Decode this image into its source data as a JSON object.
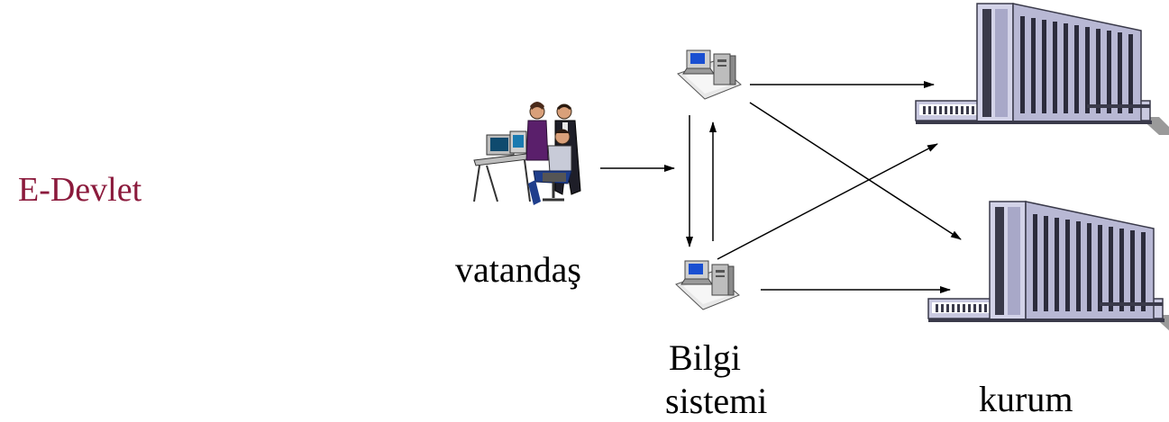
{
  "diagram": {
    "title": "E-Devlet",
    "citizen_label": "vatandaş",
    "info_system_label_line1": "Bilgi",
    "info_system_label_line2": "sistemi",
    "institution_label": "kurum"
  },
  "colors": {
    "title": "#8b1a3c",
    "text": "#000000",
    "arrow": "#000000",
    "building_face": "#c9c9e0",
    "building_dark": "#3a3a4a",
    "building_shadow": "#9a9a9a",
    "computer_screen": "#1a4fd1",
    "computer_body": "#cfcfcf",
    "person_purple": "#5a1f6b",
    "person_blue": "#1f3e8c",
    "person_skin": "#d9a07a"
  },
  "icons": [
    "people-at-computer-icon",
    "computer-icon",
    "building-icon"
  ]
}
